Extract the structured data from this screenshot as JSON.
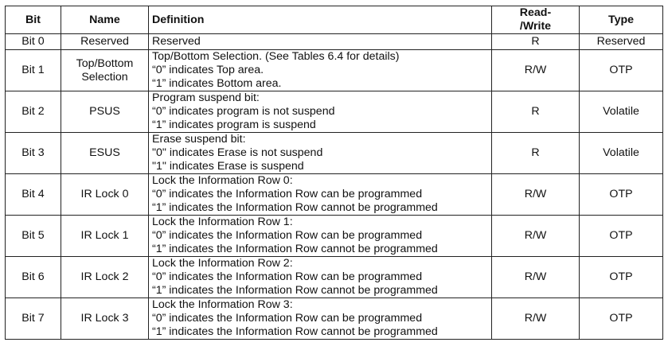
{
  "headers": {
    "bit": "Bit",
    "name": "Name",
    "definition": "Definition",
    "rw_line1": "Read-",
    "rw_line2": "/Write",
    "type": "Type"
  },
  "rows": [
    {
      "bit": "Bit 0",
      "name": [
        "Reserved"
      ],
      "definition": [
        "Reserved"
      ],
      "rw": "R",
      "type": "Reserved"
    },
    {
      "bit": "Bit 1",
      "name": [
        "Top/Bottom",
        "Selection"
      ],
      "definition": [
        "Top/Bottom Selection. (See Tables 6.4 for details)",
        "“0” indicates Top area.",
        "“1” indicates Bottom area."
      ],
      "rw": "R/W",
      "type": "OTP"
    },
    {
      "bit": "Bit 2",
      "name": [
        "PSUS"
      ],
      "definition": [
        "Program suspend bit:",
        "“0” indicates program is not suspend",
        "“1” indicates program is suspend"
      ],
      "rw": "R",
      "type": "Volatile"
    },
    {
      "bit": "Bit 3",
      "name": [
        "ESUS"
      ],
      "definition": [
        "Erase suspend bit:",
        "\"0\" indicates Erase is not suspend",
        "\"1\" indicates Erase is suspend"
      ],
      "rw": "R",
      "type": "Volatile"
    },
    {
      "bit": "Bit 4",
      "name": [
        "IR Lock 0"
      ],
      "definition": [
        "Lock the Information Row 0:",
        "“0” indicates the Information Row can be programmed",
        "“1” indicates the Information Row cannot be programmed"
      ],
      "rw": "R/W",
      "type": "OTP"
    },
    {
      "bit": "Bit 5",
      "name": [
        "IR Lock 1"
      ],
      "definition": [
        "Lock the Information Row 1:",
        "“0” indicates the Information Row can be programmed",
        "“1” indicates the Information Row cannot be programmed"
      ],
      "rw": "R/W",
      "type": "OTP"
    },
    {
      "bit": "Bit 6",
      "name": [
        "IR Lock 2"
      ],
      "definition": [
        "Lock the Information Row 2:",
        "“0” indicates the Information Row can be programmed",
        "“1” indicates the Information Row cannot be programmed"
      ],
      "rw": "R/W",
      "type": "OTP"
    },
    {
      "bit": "Bit 7",
      "name": [
        "IR Lock 3"
      ],
      "definition": [
        "Lock the Information Row 3:",
        "“0” indicates the Information Row can be programmed",
        "“1” indicates the Information Row cannot be programmed"
      ],
      "rw": "R/W",
      "type": "OTP"
    }
  ]
}
